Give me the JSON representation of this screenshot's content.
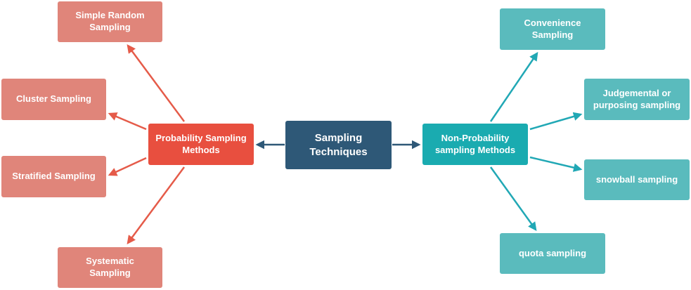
{
  "colors": {
    "root": "#2e5877",
    "probability_hub": "#e84f3f",
    "probability_leaf": "#e0857a",
    "probability_arrow": "#e55b49",
    "non_probability_hub": "#1aabb0",
    "non_probability_leaf": "#5abbbd",
    "non_probability_arrow": "#21a8b5",
    "root_arrow": "#2e5877"
  },
  "root": {
    "label": "Sampling\nTechniques"
  },
  "probability": {
    "label": "Probability Sampling\nMethods",
    "children": [
      {
        "label": "Simple Random\nSampling"
      },
      {
        "label": "Cluster Sampling"
      },
      {
        "label": "Stratified Sampling"
      },
      {
        "label": "Systematic\nSampling"
      }
    ]
  },
  "non_probability": {
    "label": "Non-Probability\nsampling Methods",
    "children": [
      {
        "label": "Convenience\nSampling"
      },
      {
        "label": "Judgemental or\npurposing sampling"
      },
      {
        "label": "snowball sampling"
      },
      {
        "label": "quota sampling"
      }
    ]
  }
}
